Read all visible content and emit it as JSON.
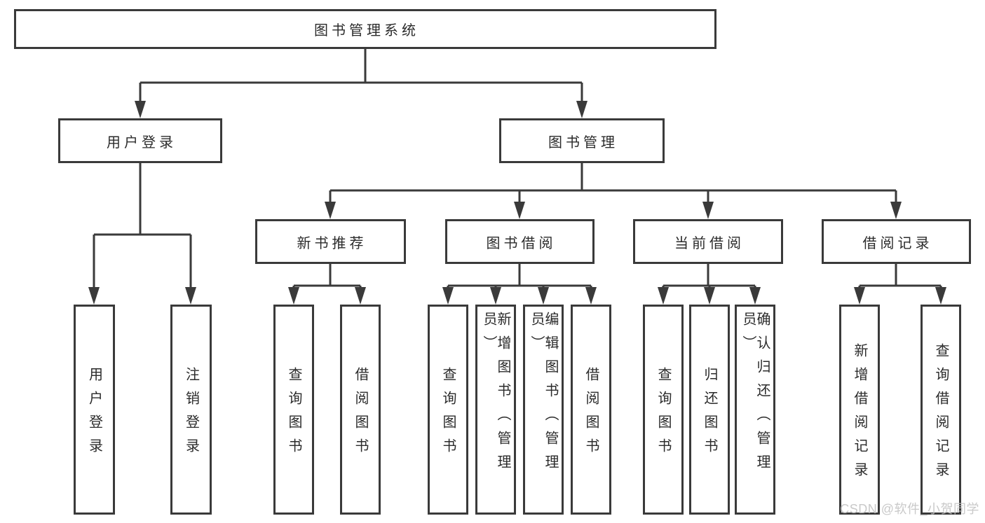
{
  "diagram": {
    "type": "functional-structure-tree",
    "tree": {
      "label": "图书管理系统",
      "children": [
        {
          "label": "用户登录",
          "children": [
            {
              "label": "用户登录"
            },
            {
              "label": "注销登录"
            }
          ]
        },
        {
          "label": "图书管理",
          "children": [
            {
              "label": "新书推荐",
              "children": [
                {
                  "label": "查询图书"
                },
                {
                  "label": "借阅图书"
                }
              ]
            },
            {
              "label": "图书借阅",
              "children": [
                {
                  "label": "查询图书"
                },
                {
                  "label": "新增图书（管理员）"
                },
                {
                  "label": "编辑图书（管理员）"
                },
                {
                  "label": "借阅图书"
                }
              ]
            },
            {
              "label": "当前借阅",
              "children": [
                {
                  "label": "查询图书"
                },
                {
                  "label": "归还图书"
                },
                {
                  "label": "确认归还（管理员）"
                }
              ]
            },
            {
              "label": "借阅记录",
              "children": [
                {
                  "label": "新增借阅记录"
                },
                {
                  "label": "查询借阅记录"
                }
              ]
            }
          ]
        }
      ]
    },
    "colors": {
      "line": "#3a3a3a",
      "box_border": "#3a3a3a",
      "text": "#2b2b2b",
      "background": "#ffffff",
      "watermark": "#c4c4c4"
    }
  },
  "watermark": {
    "text": "CSDN @软件_小贺同学"
  }
}
